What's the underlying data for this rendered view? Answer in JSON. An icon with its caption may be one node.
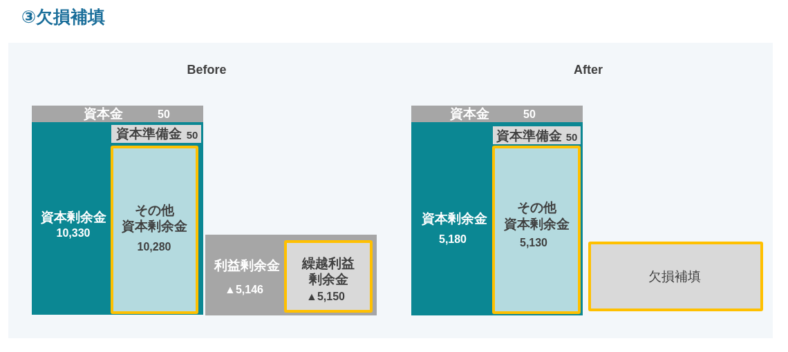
{
  "diagram": {
    "title": "③欠損補填",
    "nodes": [
      {
        "text": [
          "資本金",
          "50"
        ]
      },
      {
        "text": [
          "資本剰余金",
          "10,330"
        ]
      },
      {
        "text": [
          "資本準備金",
          "50"
        ],
        "in": 1
      },
      {
        "text": [
          "その他資本剰余金",
          "10,280"
        ],
        "in": 1
      },
      {
        "text": [
          "利益剰余金",
          "▲5,146"
        ]
      },
      {
        "text": [
          "繰越利益剰余金",
          "▲5,150"
        ],
        "in": 4
      },
      {
        "text": [
          "資本金",
          "50"
        ]
      },
      {
        "text": [
          "資本剰余金",
          "5,180"
        ]
      },
      {
        "text": [
          "資本準備金",
          "50"
        ],
        "in": 7
      },
      {
        "text": [
          "その他資本剰余金",
          "5,130"
        ],
        "in": 7
      },
      {
        "text": [
          "欠損補填"
        ]
      }
    ],
    "labels": [
      "Before",
      "After"
    ]
  }
}
